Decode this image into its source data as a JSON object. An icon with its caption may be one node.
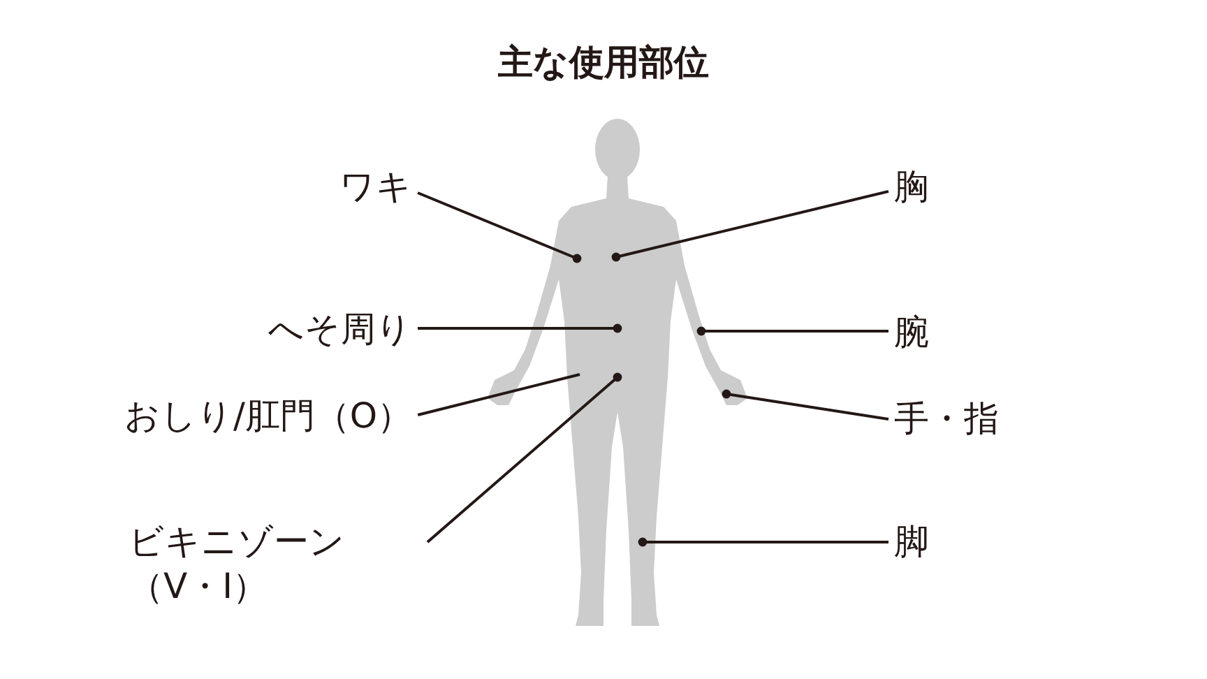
{
  "diagram": {
    "title": "主な使用部位",
    "nodes": [
      {
        "text": [
          "ワキ"
        ]
      },
      {
        "text": [
          "胸"
        ]
      },
      {
        "text": [
          "へそ周り"
        ]
      },
      {
        "text": [
          "腕"
        ]
      },
      {
        "text": [
          "おしり/肛門（O）"
        ]
      },
      {
        "text": [
          "手・指"
        ]
      },
      {
        "text": [
          "ビキニゾーン（V・I）"
        ]
      },
      {
        "text": [
          "脚"
        ]
      }
    ],
    "edges": [
      {
        "from": 0,
        "to": null,
        "arrow": "other"
      },
      {
        "from": 1,
        "to": null,
        "arrow": "other"
      },
      {
        "from": 2,
        "to": null,
        "arrow": "other"
      },
      {
        "from": 3,
        "to": null,
        "arrow": "other"
      },
      {
        "from": 4,
        "to": null,
        "arrow": "none"
      },
      {
        "from": 5,
        "to": null,
        "arrow": "other"
      },
      {
        "from": 6,
        "to": null,
        "arrow": "other"
      },
      {
        "from": 7,
        "to": null,
        "arrow": "other"
      }
    ]
  }
}
